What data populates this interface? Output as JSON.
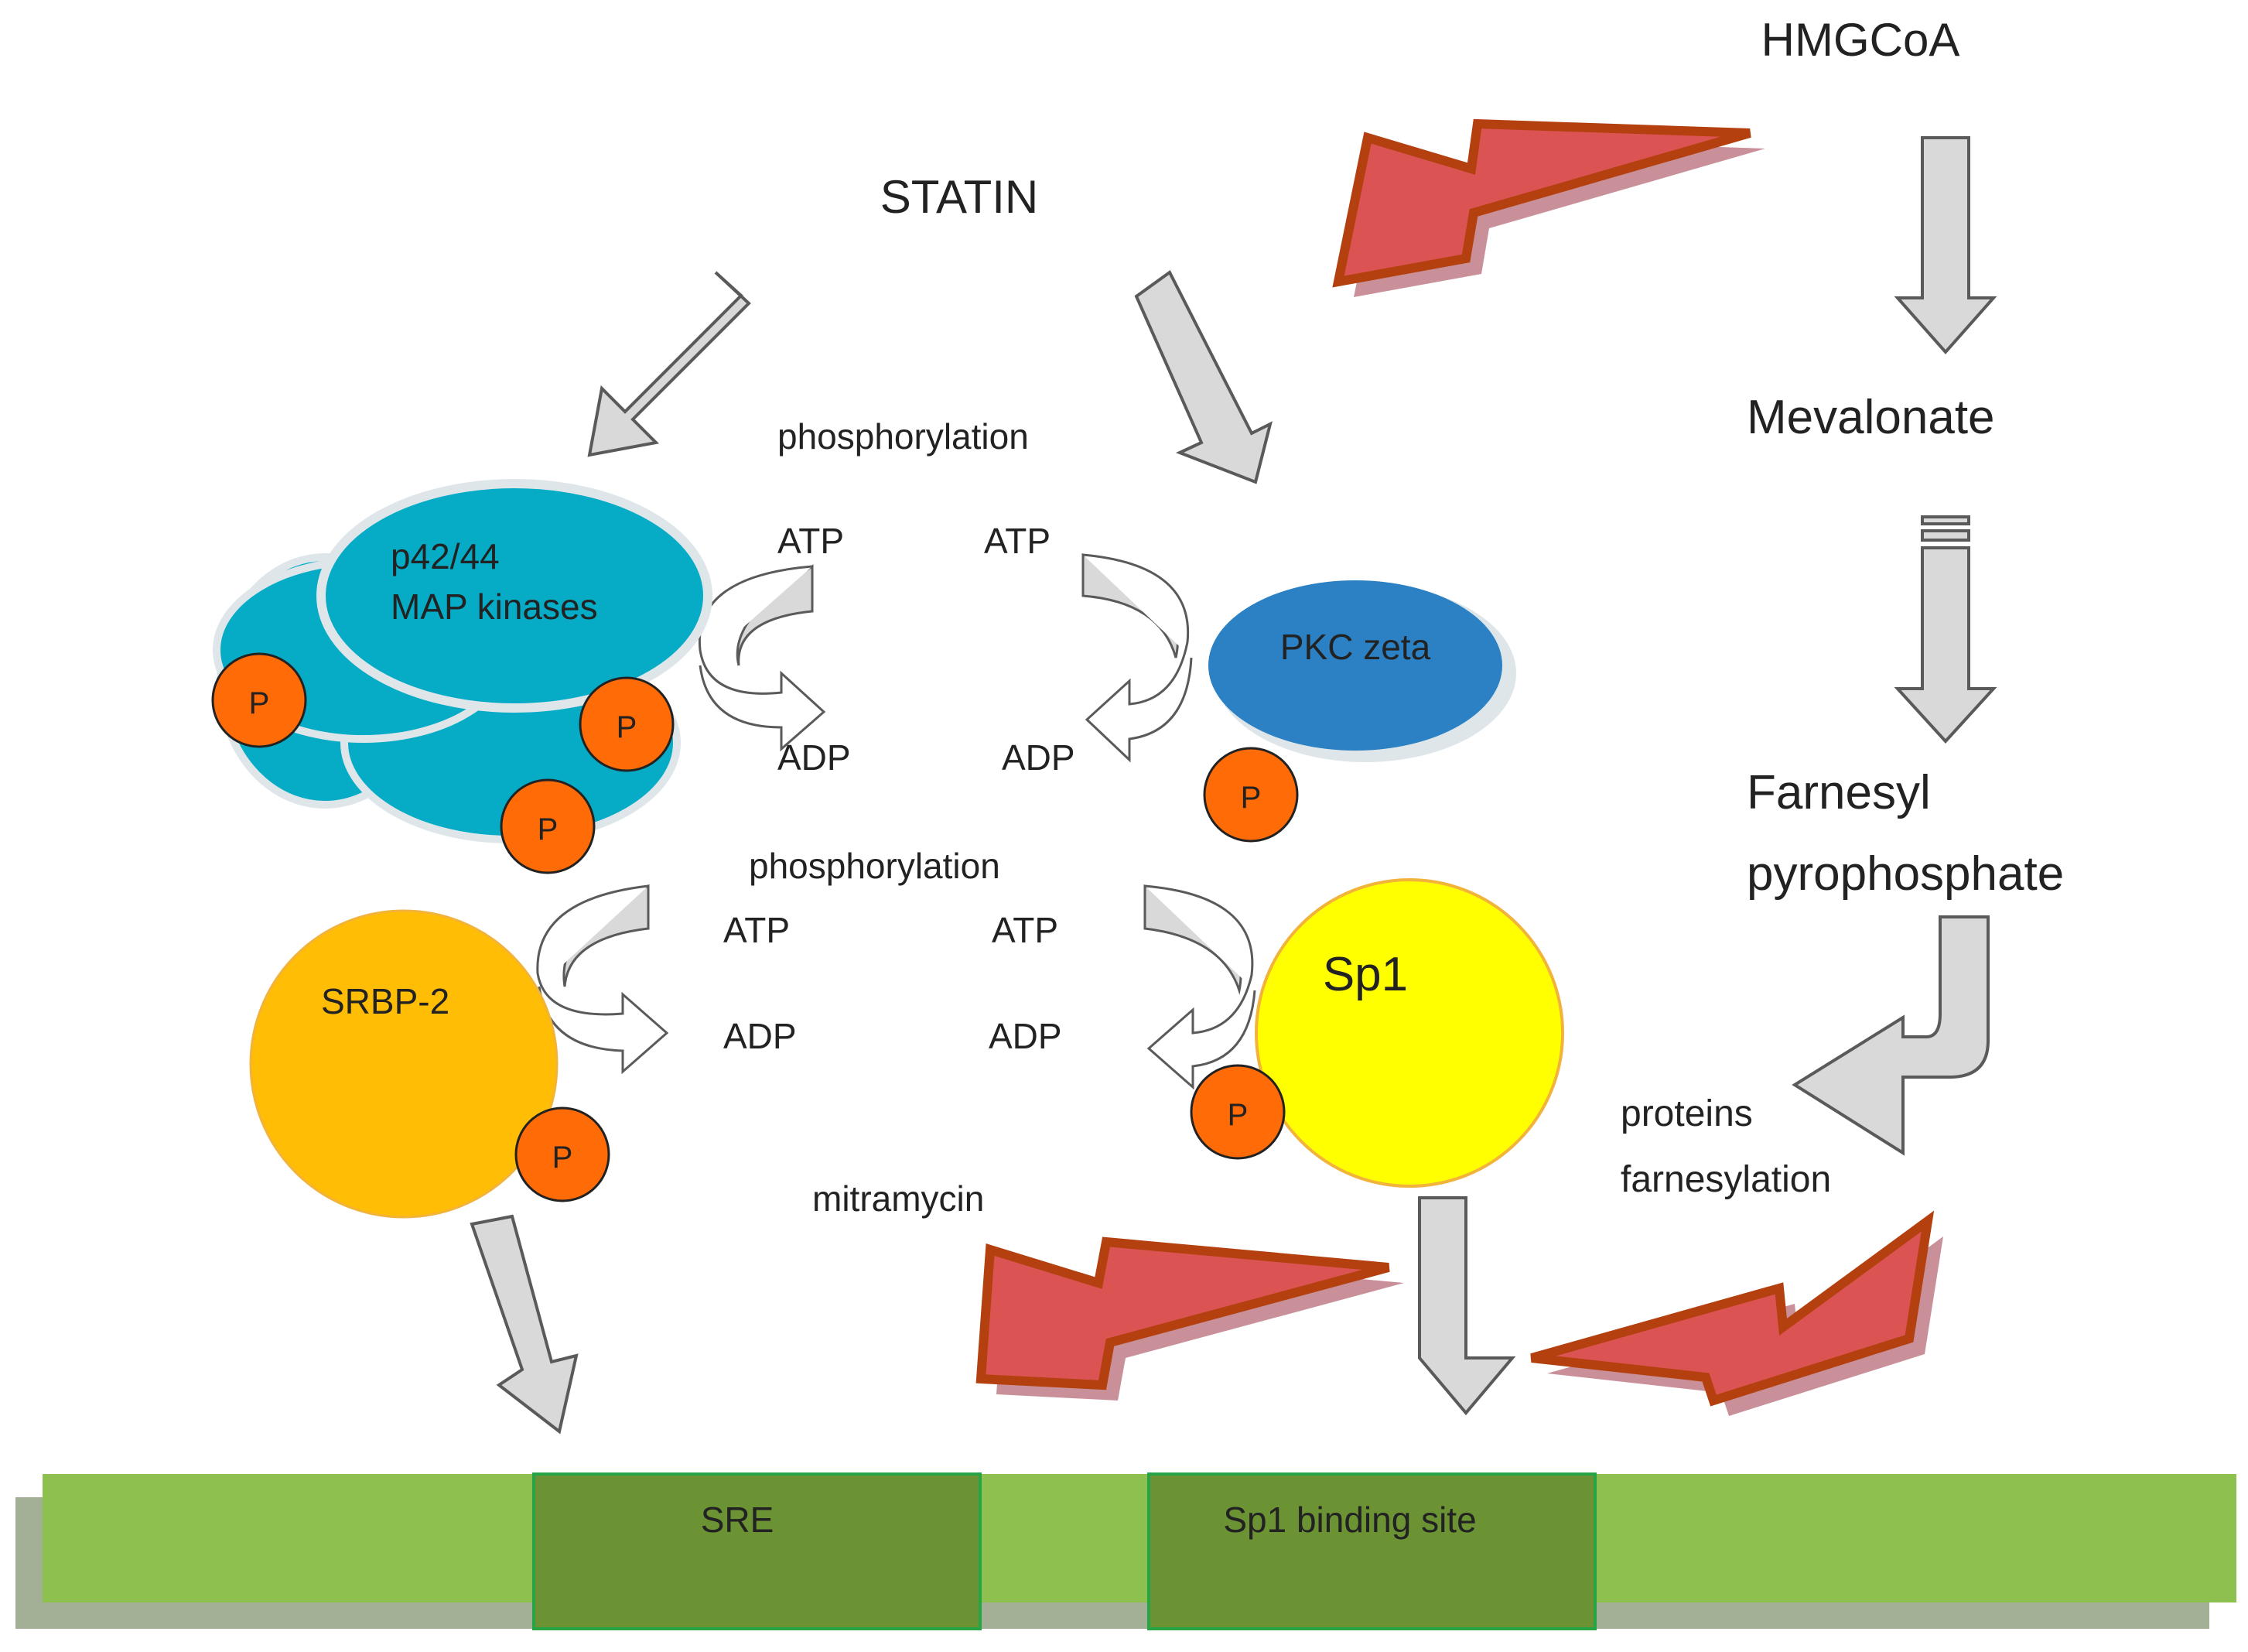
{
  "colors": {
    "background": "#ffffff",
    "arrow_fill": "#d9d9d9",
    "arrow_stroke": "#5a5a5a",
    "text": "#222222",
    "mapk": "#06abc6",
    "mapk_rim": "#dfe6ea",
    "pkc": "#2b81c3",
    "srbp": "#ffbd05",
    "sp1": "#ffff00",
    "sp1_stroke": "#f2b33b",
    "phospho": "#ff6b07",
    "bolt_fill": "#dc5353",
    "bolt_stroke": "#b3400e",
    "bolt_shadow": "#c9909a",
    "dna": "#8ec04f",
    "dna_shadow": "#a3b096",
    "dna_site": "#6b9334",
    "dna_site_stroke": "#27a445"
  },
  "labels": {
    "hmgcoa": "HMGCoA",
    "statin": "STATIN",
    "mevalonate": "Mevalonate",
    "farnesyl": "Farnesyl",
    "pyrophosphate": "pyrophosphate",
    "proteins": "proteins",
    "farnesylation": "farnesylation",
    "phosphorylation_top": "phosphorylation",
    "phosphorylation_mid": "phosphorylation",
    "mitramycin": "mitramycin",
    "atp_1": "ATP",
    "atp_2": "ATP",
    "atp_3": "ATP",
    "atp_4": "ATP",
    "adp_1": "ADP",
    "adp_2": "ADP",
    "adp_3": "ADP",
    "adp_4": "ADP"
  },
  "nodes": {
    "mapk_line1": "p42/44",
    "mapk_line2": "MAP kinases",
    "pkc": "PKC zeta",
    "srbp": "SRBP-2",
    "sp1": "Sp1",
    "phospho": "P"
  },
  "dna": {
    "sre": "SRE",
    "sp1_site": "Sp1 binding site"
  }
}
